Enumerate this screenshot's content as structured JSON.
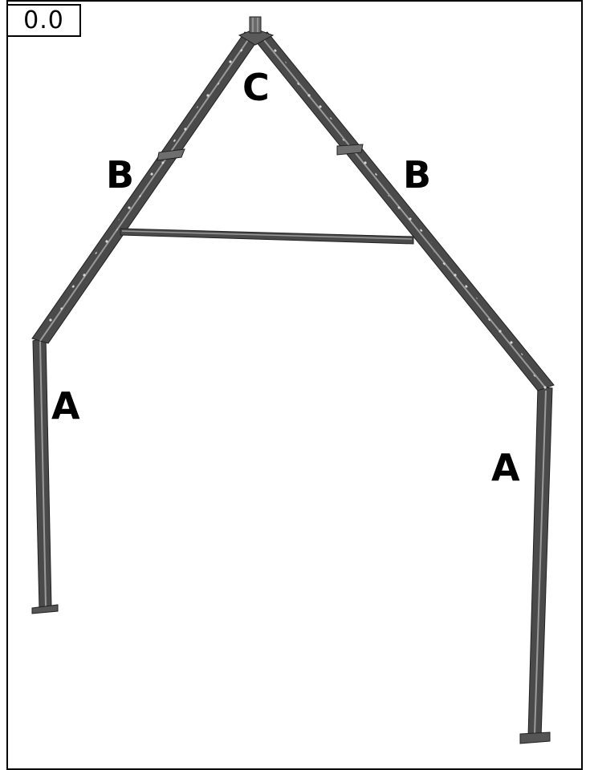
{
  "figure": {
    "number": "0.0"
  },
  "labels": {
    "leg_left": "A",
    "leg_right": "A",
    "rafter_left": "B",
    "rafter_right": "B",
    "peak_connector": "C"
  },
  "colors": {
    "steel_dark": "#3a3a3a",
    "steel_mid": "#6e6e6e",
    "steel_light": "#a8a8a8",
    "outline": "#000000"
  }
}
